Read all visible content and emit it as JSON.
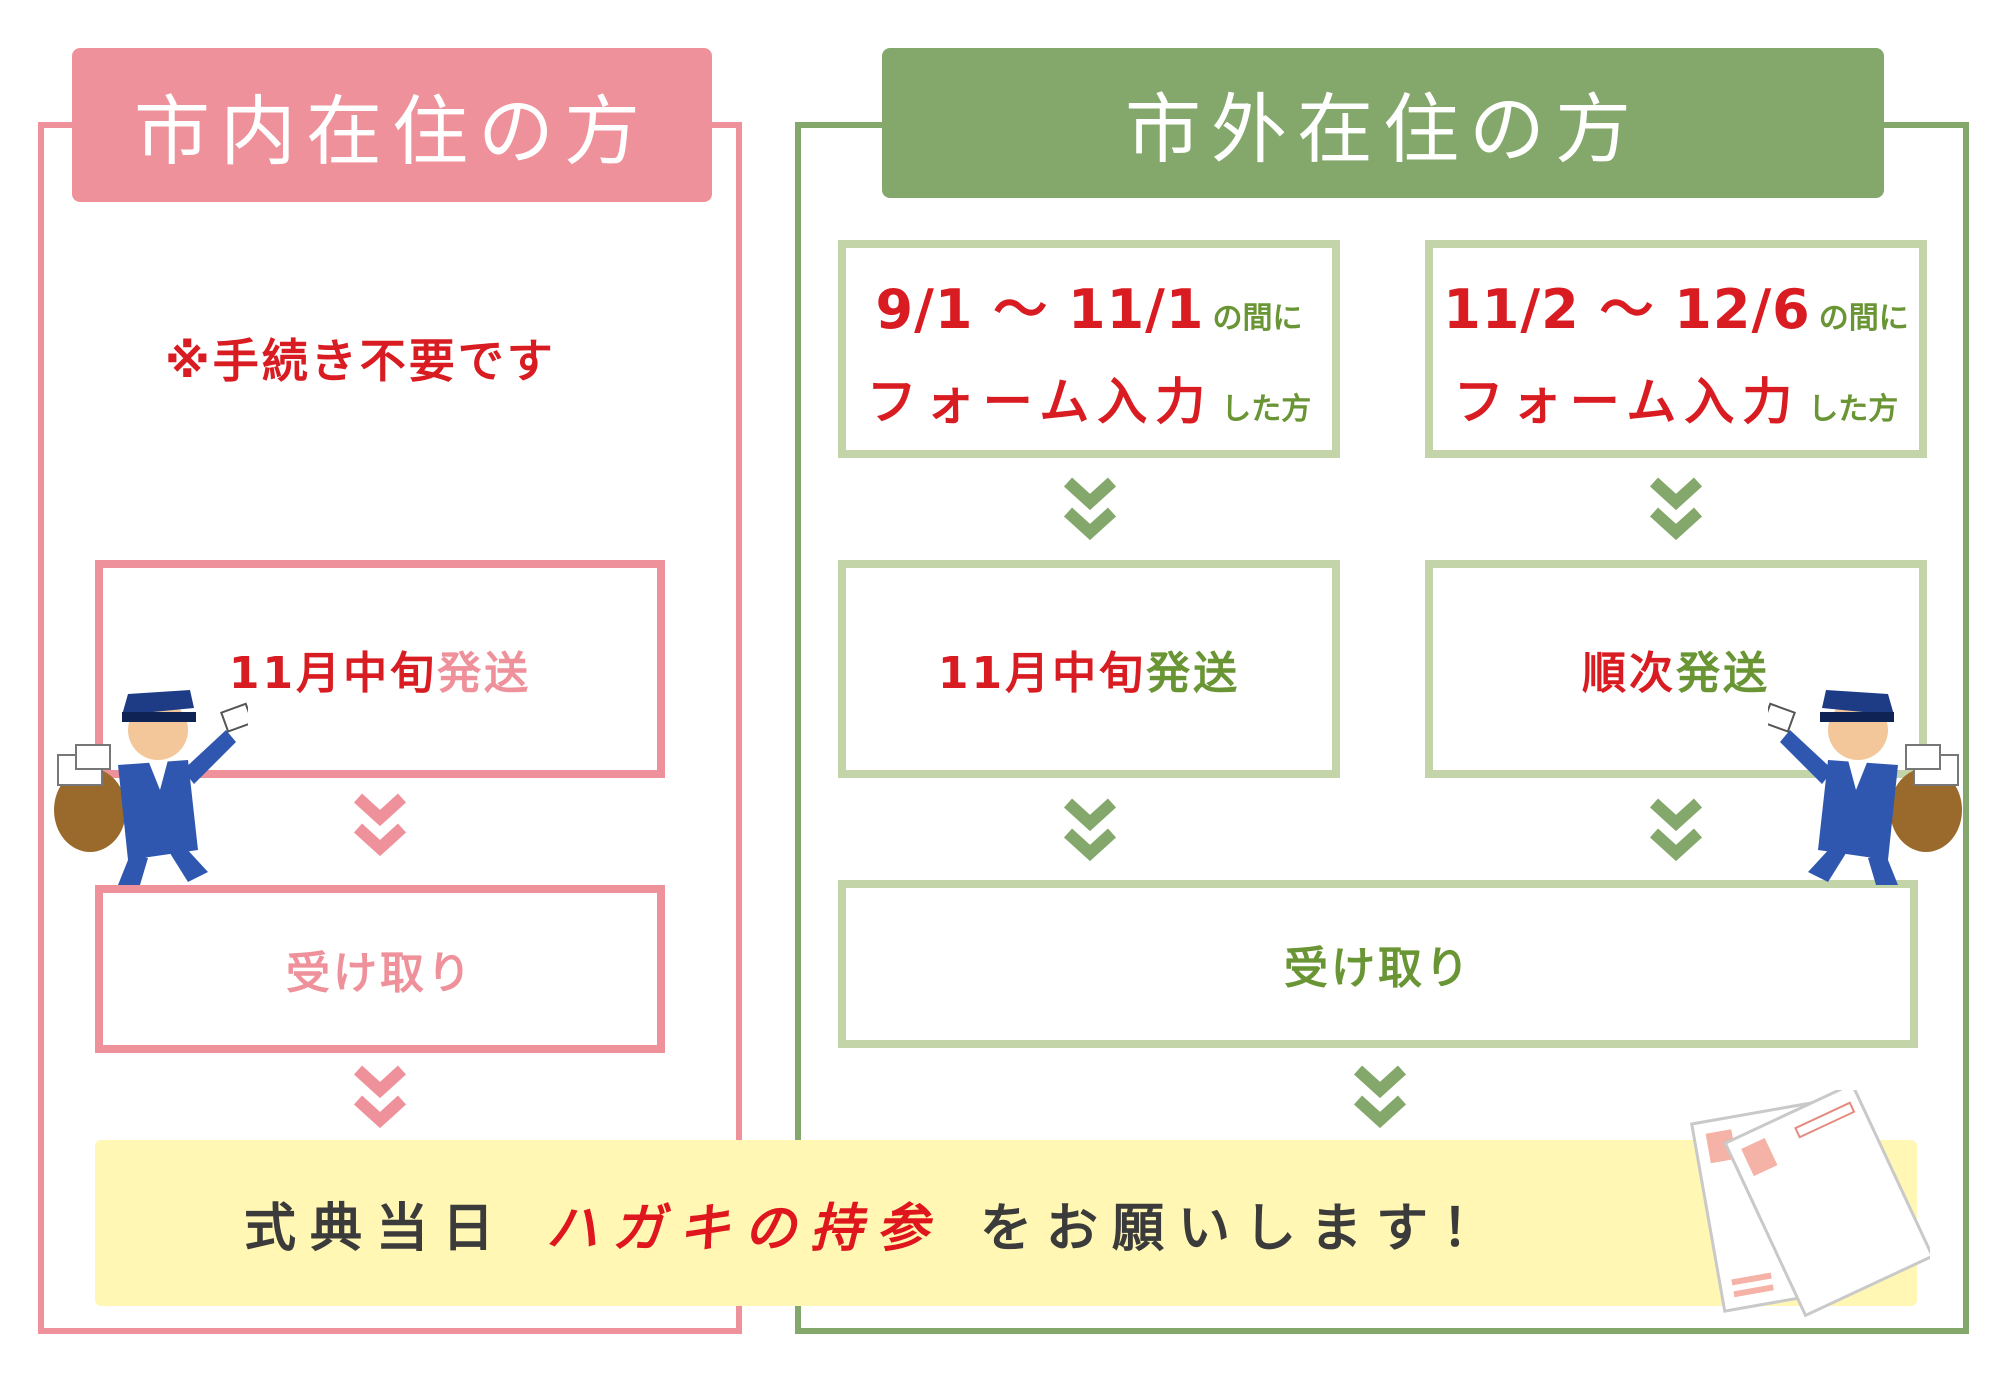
{
  "city": {
    "title": "市内在住の方",
    "note": "※手続き不要です",
    "ship": {
      "red": "11月中旬",
      "accent": "発送"
    },
    "receive": "受け取り"
  },
  "outside": {
    "title": "市外在住の方",
    "period1": {
      "dates": "9/1 〜 11/1",
      "between": "の間に",
      "form": "フォーム入力",
      "who": "した方"
    },
    "period2": {
      "dates": "11/2 〜 12/6",
      "between": "の間に",
      "form": "フォーム入力",
      "who": "した方"
    },
    "ship1": {
      "red": "11月中旬",
      "accent": "発送"
    },
    "ship2": {
      "red": "順次",
      "accent": "発送"
    },
    "receive": "受け取り"
  },
  "banner": {
    "lead": "式典当日",
    "highlight": "ハガキの持参",
    "tail": "をお願いします！"
  },
  "icons": [
    "mail-carrier-illustration",
    "postcard-illustration",
    "double-chevron-down-icon"
  ],
  "colors": {
    "pink": "#ef919a",
    "green": "#84a86b",
    "light_green": "#c3d5a8",
    "red": "#d91c22",
    "yellow": "#fff7b3"
  }
}
